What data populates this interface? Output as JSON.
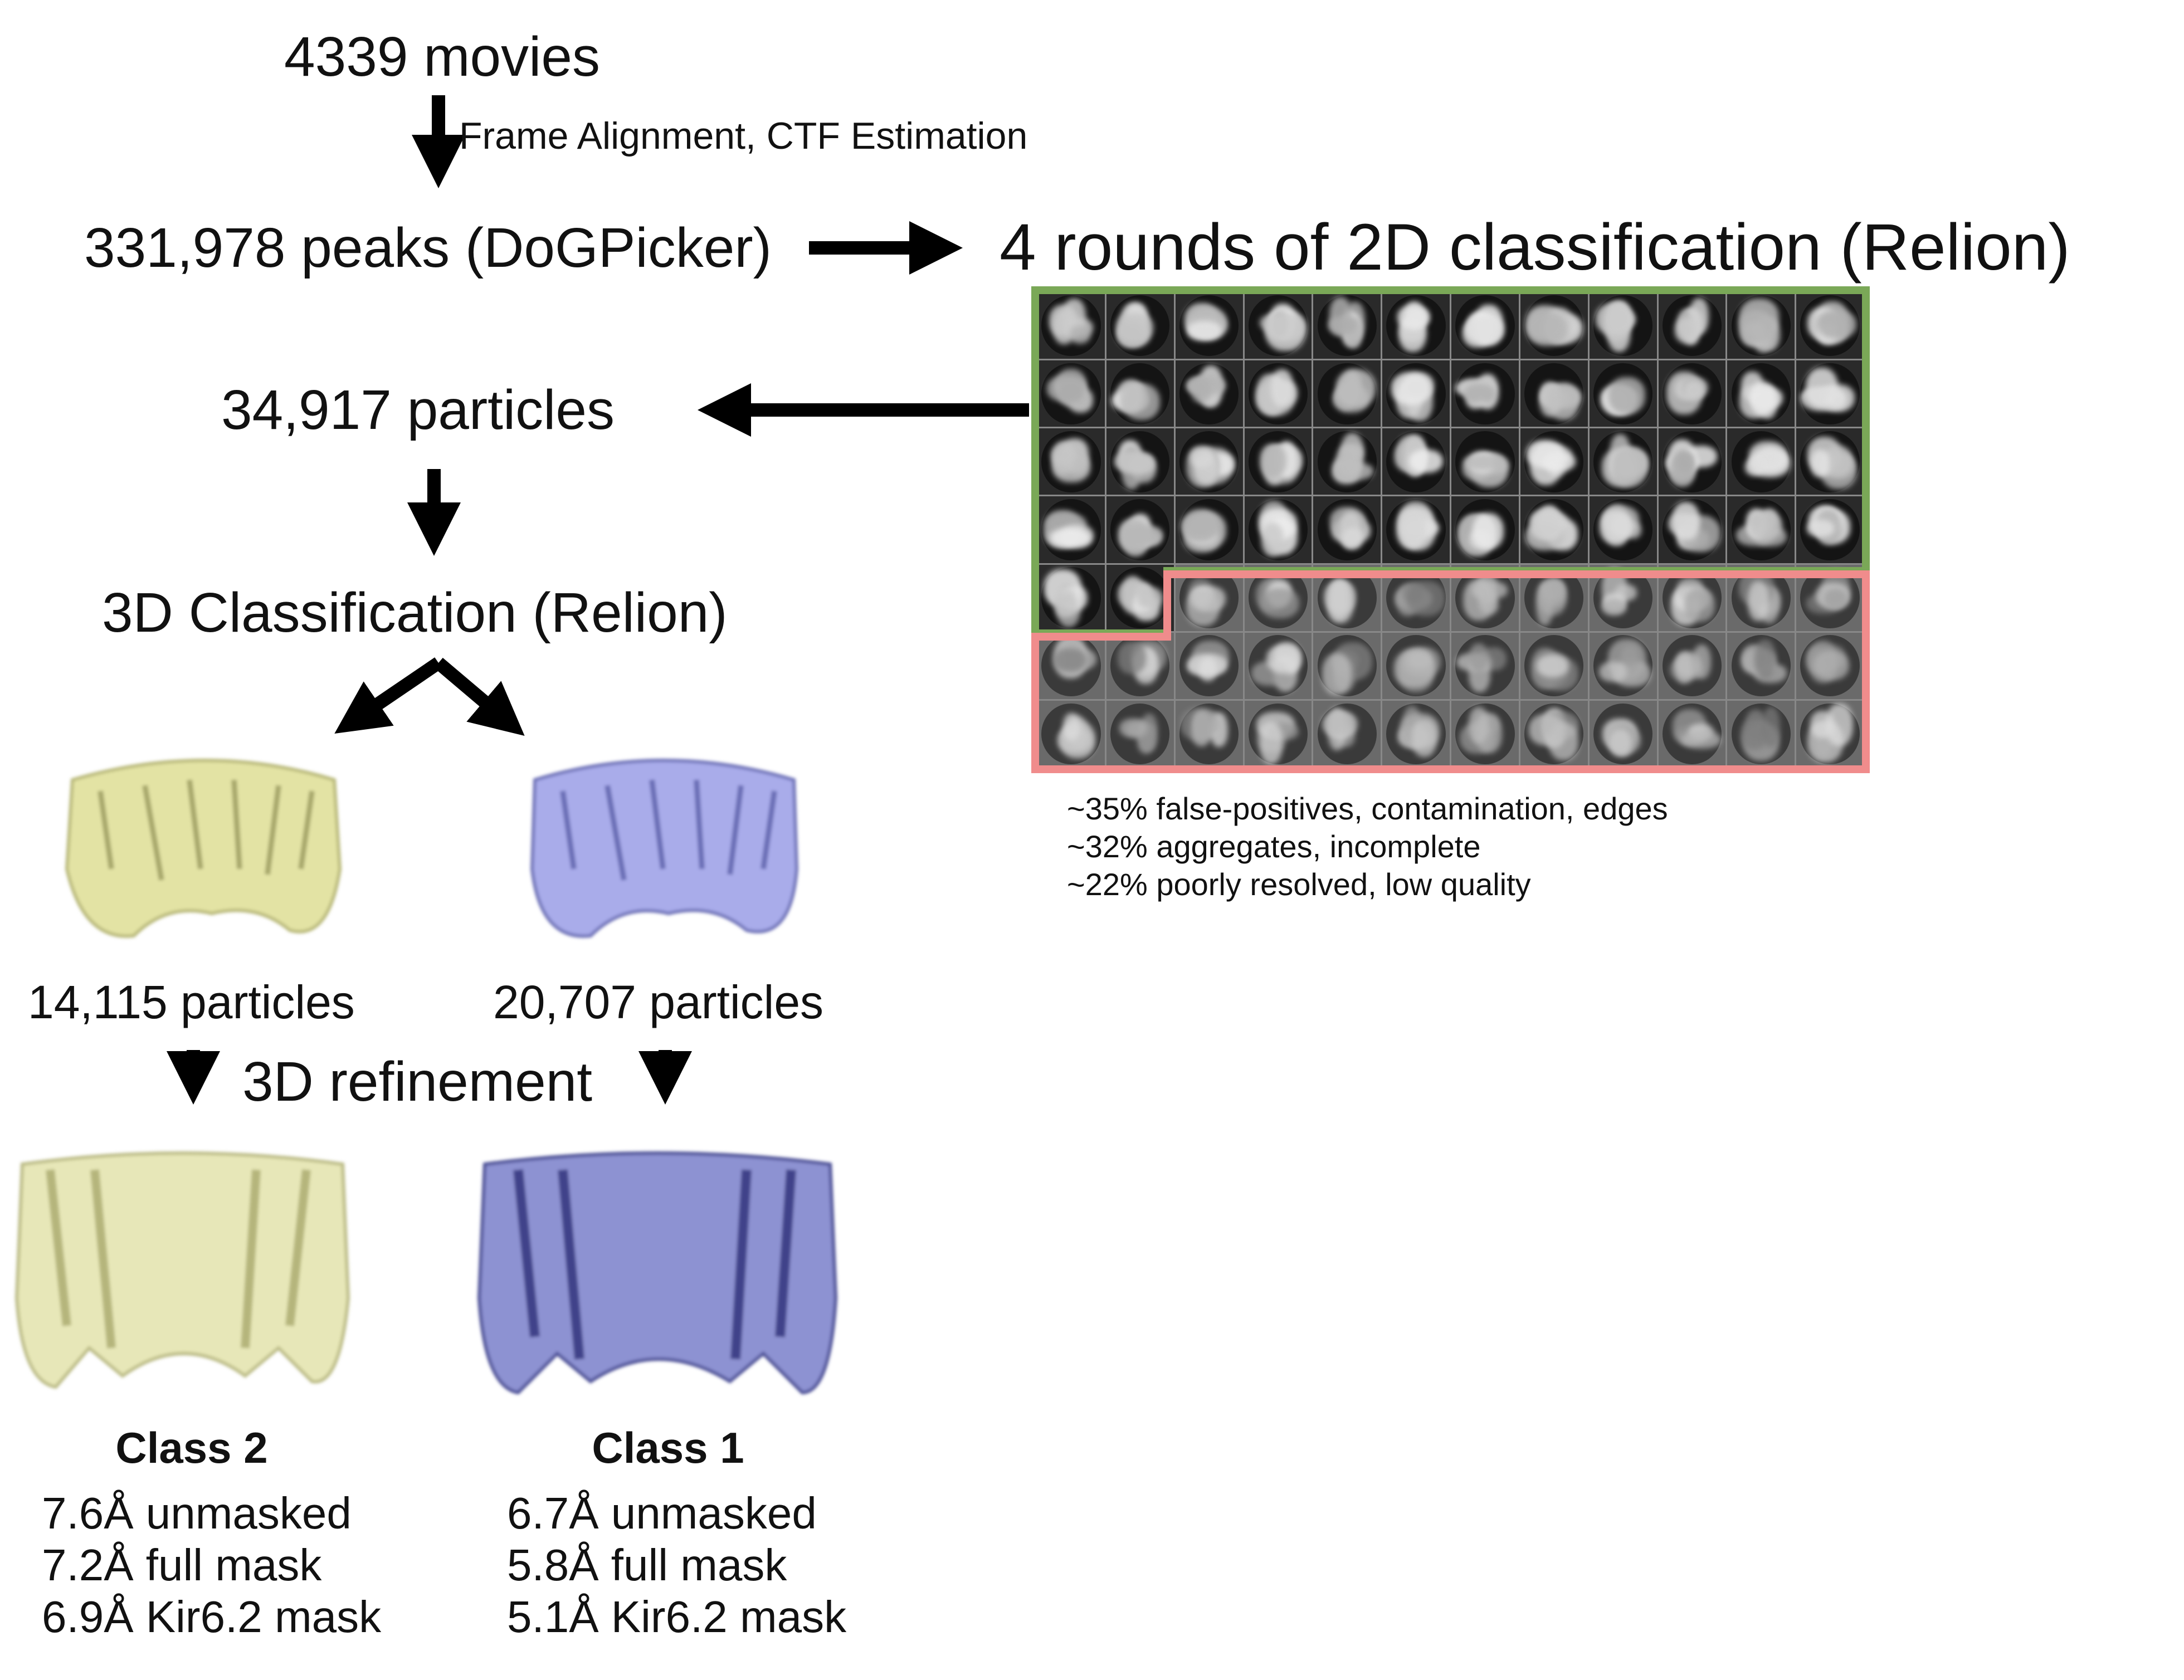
{
  "steps": {
    "movies": "4339 movies",
    "preprocess": "Frame Alignment, CTF Estimation",
    "peaks": "331,978 peaks (DoGPicker)",
    "classification_2d": "4 rounds of 2D classification (Relion)",
    "particles": "34,917 particles",
    "classification_3d": "3D Classification (Relion)",
    "class2_particles": "14,115 particles",
    "class1_particles": "20,707 particles",
    "refinement": "3D refinement"
  },
  "grid": {
    "columns": 12,
    "rows": 7,
    "good_count": 50,
    "good_color": "#7aa857",
    "bad_color": "#f08c8c"
  },
  "rejection_notes": [
    "~35% false-positives, contamination, edges",
    "~32% aggregates, incomplete",
    "~22% poorly resolved, low quality"
  ],
  "classes": [
    {
      "name": "Class 2",
      "color": "#e6e6a8",
      "lines": [
        "7.6Å unmasked",
        "7.2Å full mask",
        "6.9Å Kir6.2 mask"
      ]
    },
    {
      "name": "Class 1",
      "color": "#8c92d6",
      "lines": [
        "6.7Å unmasked",
        "5.8Å full mask",
        "5.1Å Kir6.2 mask"
      ]
    }
  ]
}
